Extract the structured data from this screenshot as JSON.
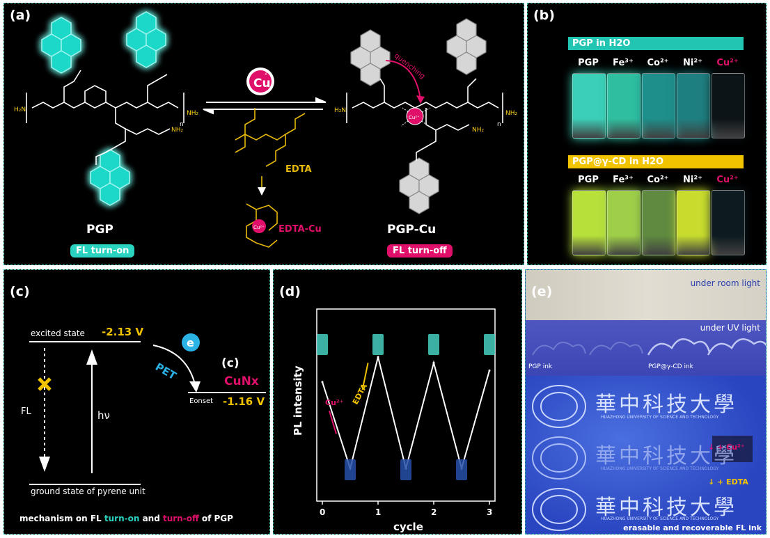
{
  "panel_a": {
    "label": "(a)",
    "left_name": "PGP",
    "left_tag": "FL turn-on",
    "right_name": "PGP-Cu",
    "right_tag": "FL turn-off",
    "cu_label": "Cu",
    "cu_charge": "2+",
    "quenching": "quenching",
    "edta": "EDTA",
    "edta_cu": "EDTA-Cu",
    "nh2": "NH2",
    "n_sub": "n"
  },
  "panel_b": {
    "label": "(b)",
    "top_title": "PGP in H2O",
    "bottom_title": "PGP@γ-CD in H2O",
    "vials": [
      "PGP",
      "Fe³⁺",
      "Co²⁺",
      "Ni²⁺",
      "Cu²⁺"
    ],
    "top_colors": [
      "#3ccfb8",
      "#2fbfa0",
      "#1e8f8a",
      "#1e7f80",
      "#0c1418"
    ],
    "bottom_colors": [
      "#b8e03a",
      "#9fcf49",
      "#5f8a3f",
      "#c8dc2e",
      "#0d1a20"
    ]
  },
  "panel_c": {
    "label": "(c)",
    "excited_state": "excited state",
    "excited_v": "-2.13 V",
    "ground_state": "ground state of pyrene unit",
    "fl": "FL",
    "hv": "hν",
    "pet": "PET",
    "e": "e",
    "sub_label": "(c)",
    "cunx": "CuNx",
    "eonset": "Eonset",
    "eonset_v": "-1.16 V",
    "mech_1": "mechanism on FL ",
    "mech_on": "turn-on",
    "mech_2": " and ",
    "mech_off": "turn-off",
    "mech_3": " of PGP"
  },
  "panel_d": {
    "label": "(d)",
    "cu_label": "Cu²⁺",
    "edta_label": "EDTA"
  },
  "chart_data": {
    "type": "line",
    "xlabel": "cycle",
    "ylabel": "PL intensity",
    "x": [
      0,
      0.5,
      1,
      1.5,
      2,
      2.5,
      3
    ],
    "values": [
      0.62,
      0.17,
      0.75,
      0.17,
      0.72,
      0.17,
      0.68
    ],
    "xticks": [
      "0",
      "1",
      "2",
      "3"
    ],
    "xlim": [
      -0.1,
      3.1
    ],
    "ylim": [
      0,
      1
    ]
  },
  "panel_e": {
    "label": "(e)",
    "room_light": "under room light",
    "uv_light": "under UV light",
    "pgp_ink": "PGP ink",
    "pgpcd_ink": "PGP@γ-CD ink",
    "plus_cu": "+ Cu²⁺",
    "plus_edta": "+ EDTA",
    "caption": "erasable and recoverable FL ink",
    "univ_cn": "華中科技大學",
    "univ_en": "HUAZHONG UNIVERSITY OF SCIENCE AND TECHNOLOGY"
  },
  "colors": {
    "teal": "#2ad3c0",
    "magenta": "#e0106a",
    "yellow": "#f2c400",
    "cyan_e": "#2bb3e6"
  }
}
